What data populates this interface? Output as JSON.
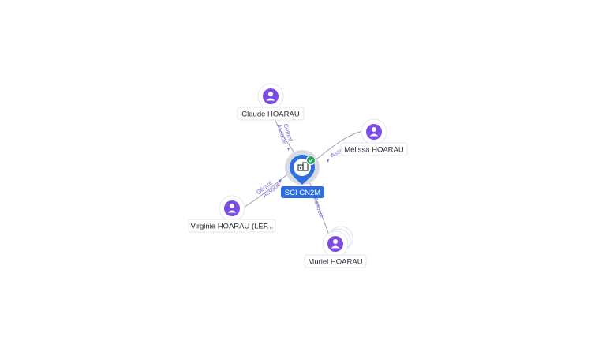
{
  "center": {
    "label": "SCI CN2M",
    "icon": "building-icon",
    "status_icon": "check-badge-icon",
    "colors": {
      "pin": "#2e6fe0",
      "badge": "#23a55a",
      "halo": "#d9dbe3"
    }
  },
  "people": [
    {
      "id": "claude",
      "name": "Claude HOARAU",
      "roles": [
        "Gérant",
        "Associé"
      ]
    },
    {
      "id": "melissa",
      "name": "Mélissa HOARAU",
      "roles": [
        "Associé"
      ]
    },
    {
      "id": "virginie",
      "name": "Virginie HOARAU (LEF...",
      "roles": [
        "Gérant",
        "Associé"
      ]
    },
    {
      "id": "muriel",
      "name": "Muriel HOARAU",
      "roles": [
        "Associé"
      ]
    }
  ],
  "colors": {
    "person": "#7b4be3",
    "role_text": "#7b6cd9",
    "edge": "#9aa0ad"
  }
}
